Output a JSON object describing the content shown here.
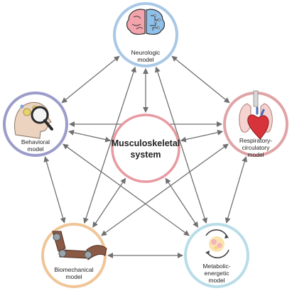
{
  "diagram": {
    "center": {
      "line1": "Musculoskeletal",
      "line2": "system",
      "ring_color": "#e89aa0"
    },
    "nodes": [
      {
        "id": "neurologic",
        "line1": "Neurologic",
        "line2": "model",
        "line3": "",
        "ring_color": "#a9c8e6",
        "icon": "brain-icon"
      },
      {
        "id": "behavioral",
        "line1": "Behavioral",
        "line2": "model",
        "line3": "",
        "ring_color": "#9b9cc9",
        "icon": "head-magnifier-icon"
      },
      {
        "id": "respiratory",
        "line1": "Respiratory-",
        "line2": "circulatory",
        "line3": "model",
        "ring_color": "#e0a3a6",
        "icon": "heart-lungs-icon"
      },
      {
        "id": "biomechanical",
        "line1": "Biomechanical",
        "line2": "model",
        "line3": "",
        "ring_color": "#f0c597",
        "icon": "robotic-arm-icon"
      },
      {
        "id": "metabolic",
        "line1": "Metabolic-",
        "line2": "energetic",
        "line3": "model",
        "ring_color": "#b9dde8",
        "icon": "cell-cycle-icon"
      }
    ],
    "arrow_color": "#707070"
  }
}
